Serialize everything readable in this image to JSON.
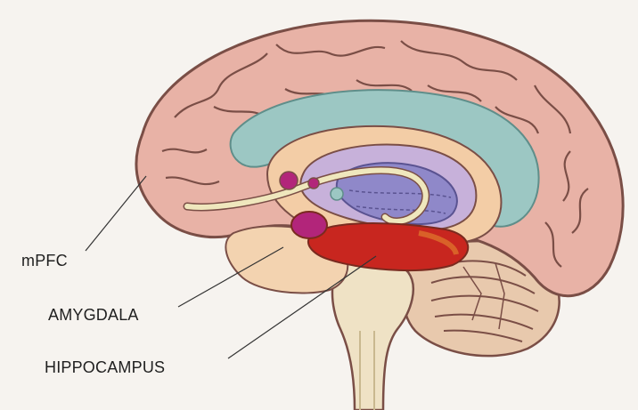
{
  "labels": {
    "mpfc": "mPFC",
    "amygdala": "AMYGDALA",
    "hippocampus": "HIPPOCAMPUS"
  },
  "colors": {
    "cortex": "#e8b2a6",
    "cortex_outline": "#7a4e46",
    "ventricle": "#9cc7c3",
    "thalamus": "#f3cda6",
    "basal_ganglia": "#c7b1da",
    "basal_inner": "#8f88c9",
    "fornix": "#efe7bd",
    "amygdala": "#b2257a",
    "hippocampus": "#c8261f",
    "brainstem": "#efe2c5",
    "cerebellum": "#e8c9ad"
  }
}
